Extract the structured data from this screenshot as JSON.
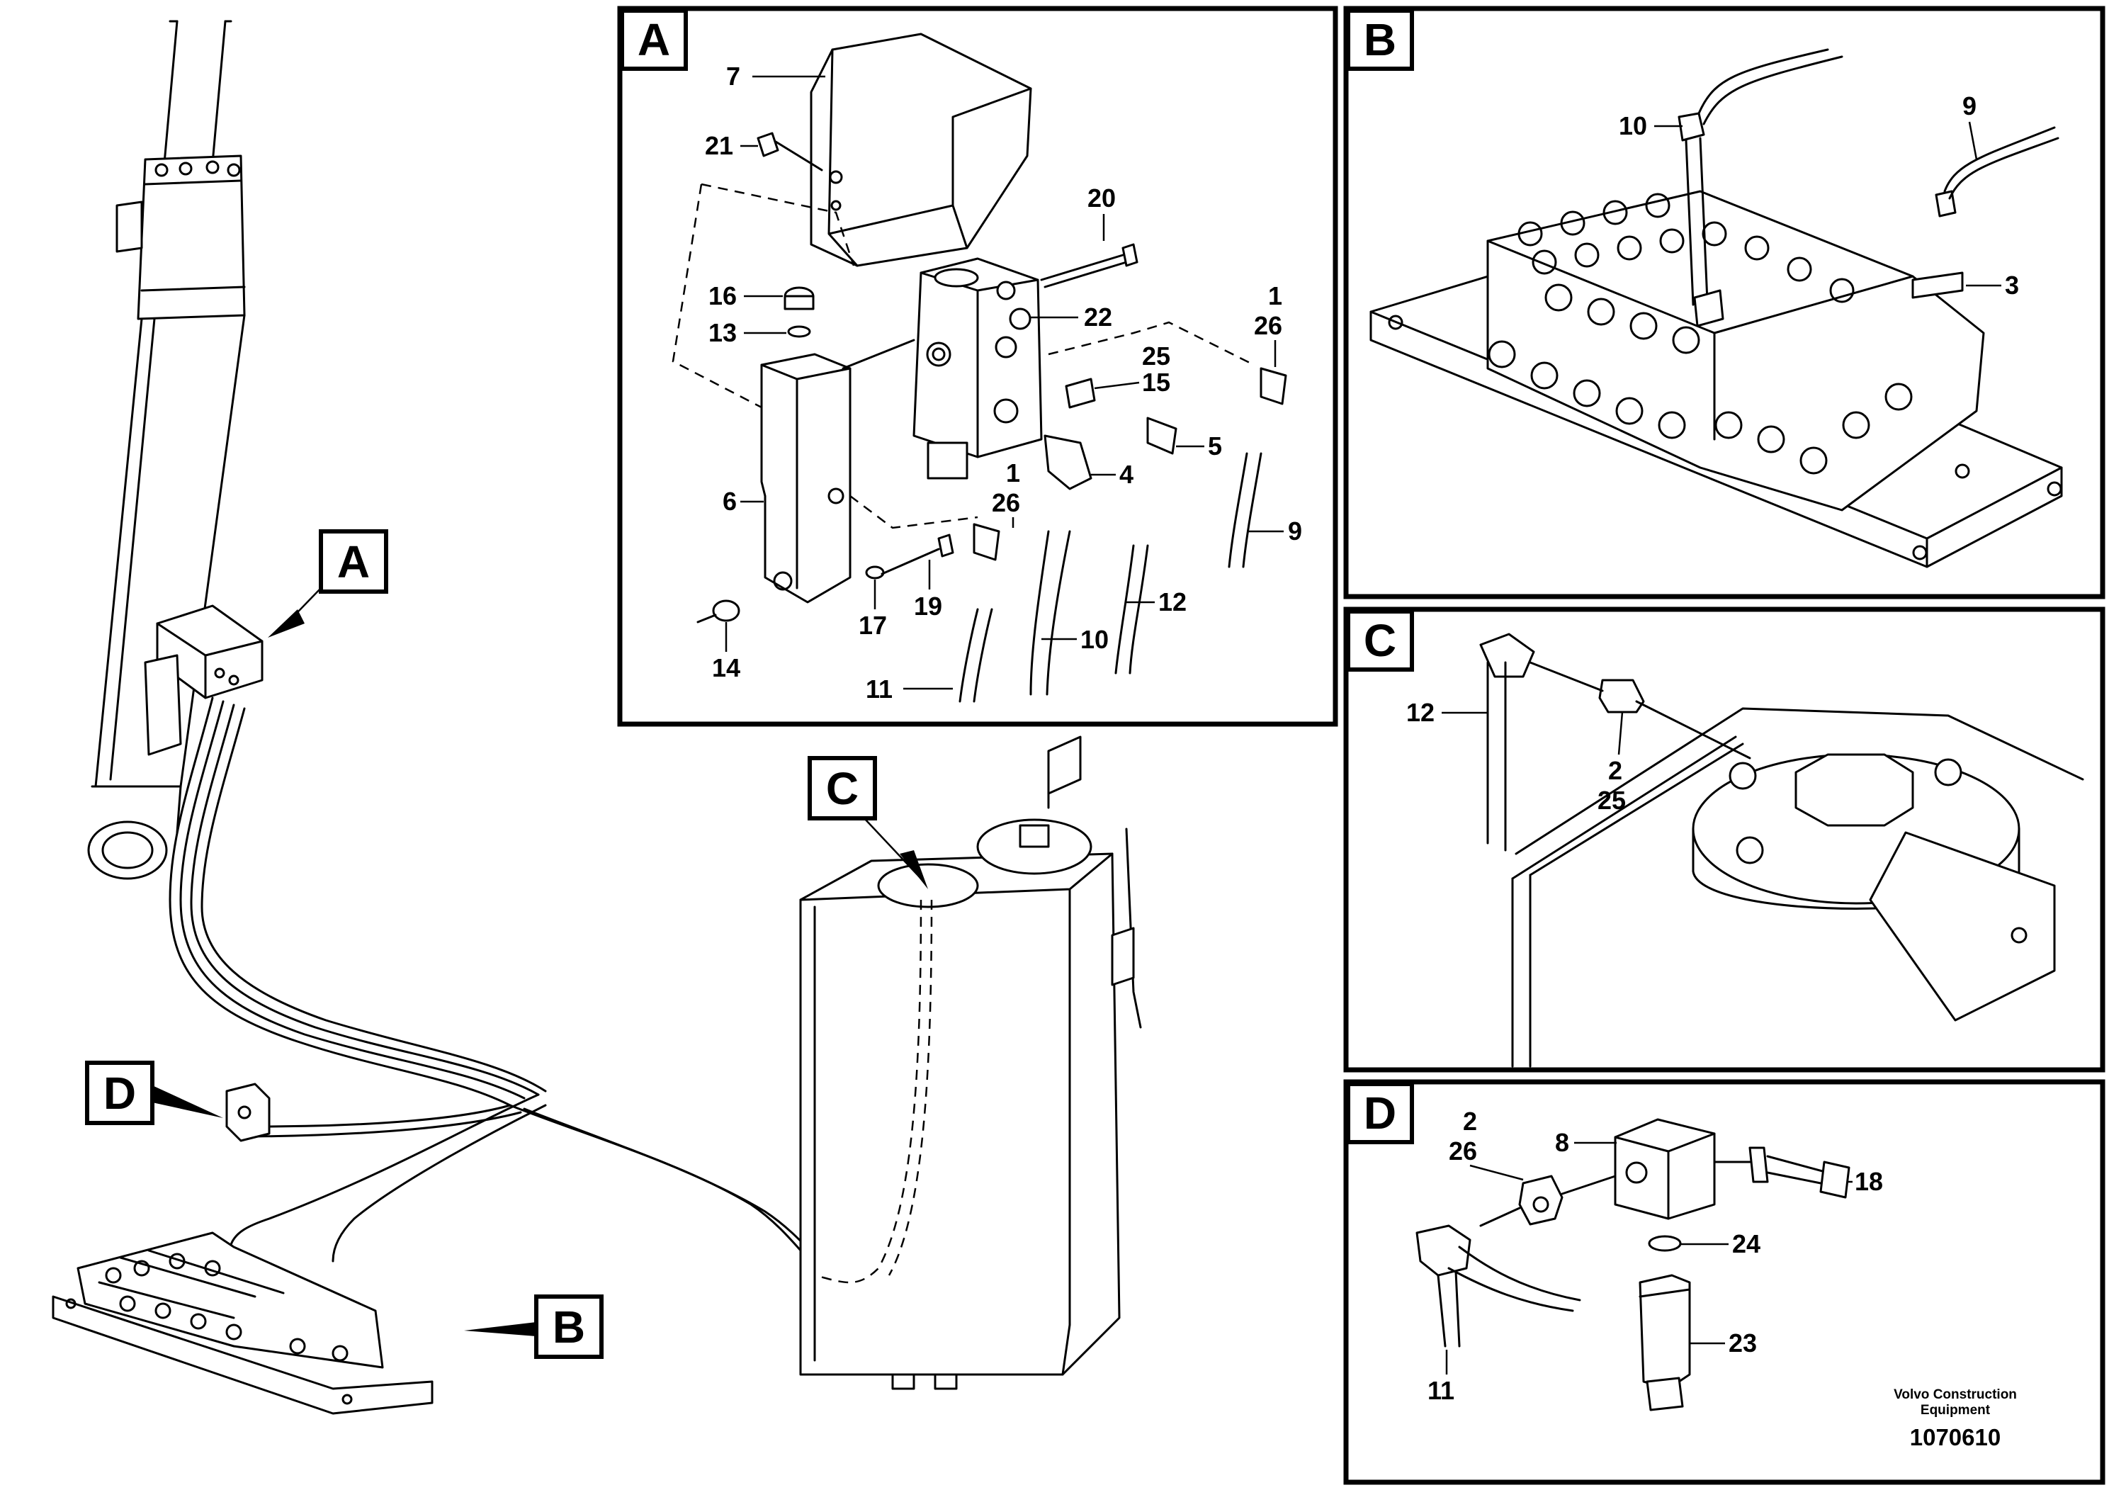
{
  "diagram": {
    "panel_letters": {
      "A": "A",
      "B": "B",
      "C": "C",
      "D": "D"
    },
    "main_tags": {
      "A": "A",
      "B": "B",
      "C": "C",
      "D": "D"
    },
    "panel_A_callouts": {
      "p7": "7",
      "p21": "21",
      "p20": "20",
      "p16": "16",
      "p13": "13",
      "p22": "22",
      "p1a": "1",
      "p26a": "26",
      "p25": "25",
      "p15": "15",
      "p5": "5",
      "p4": "4",
      "p1b": "1",
      "p26b": "26",
      "p6": "6",
      "p9": "9",
      "p12": "12",
      "p10": "10",
      "p14": "14",
      "p17": "17",
      "p19": "19",
      "p11": "11"
    },
    "panel_B_callouts": {
      "p10": "10",
      "p9": "9",
      "p3": "3"
    },
    "panel_C_callouts": {
      "p12": "12",
      "p2": "2",
      "p25": "25"
    },
    "panel_D_callouts": {
      "p2": "2",
      "p26": "26",
      "p8": "8",
      "p18": "18",
      "p24": "24",
      "p11": "11",
      "p23": "23"
    }
  },
  "footer": {
    "company_line1": "Volvo Construction",
    "company_line2": "Equipment",
    "figure_number": "1070610"
  }
}
